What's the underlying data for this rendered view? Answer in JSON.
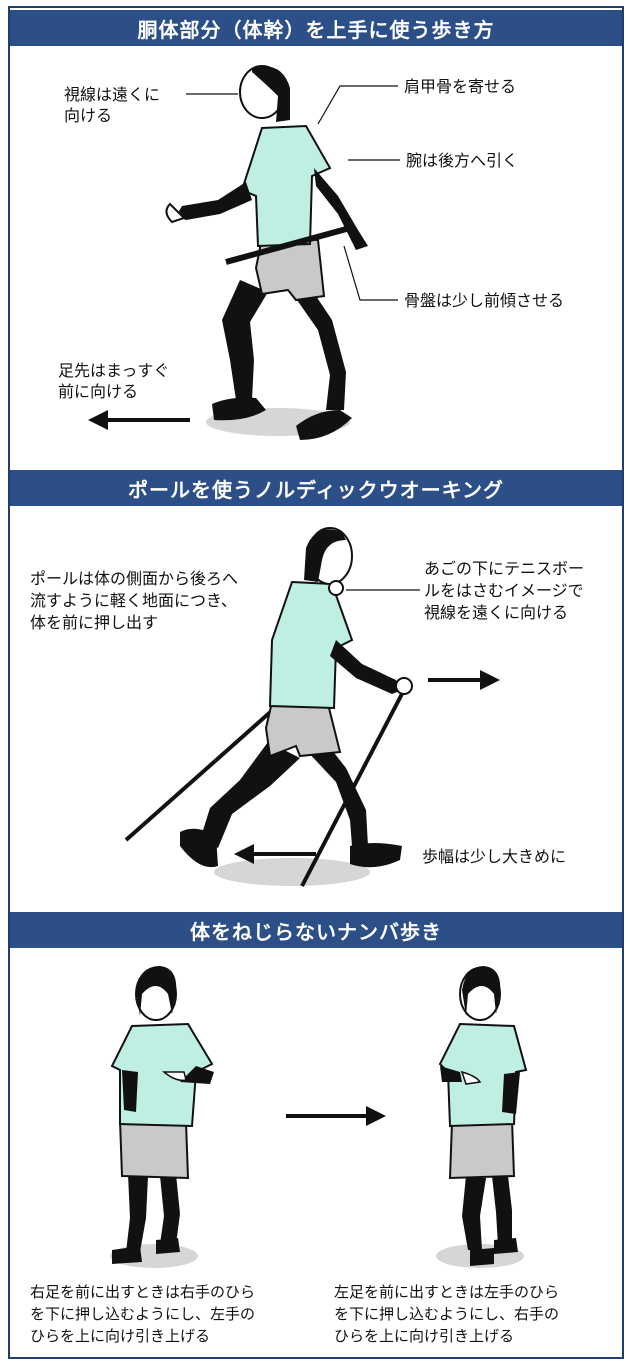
{
  "sections": [
    {
      "title": "胴体部分（体幹）を上手に使う歩き方",
      "labels": {
        "gaze": [
          "視線は遠くに",
          "向ける"
        ],
        "shoulder": "肩甲骨を寄せる",
        "arm": "腕は後方へ引く",
        "pelvis": "骨盤は少し前傾させる",
        "toe": [
          "足先はまっすぐ",
          "前に向ける"
        ]
      }
    },
    {
      "title": "ポールを使うノルディックウオーキング",
      "labels": {
        "pole": [
          "ポールは体の側面から後ろへ",
          "流すように軽く地面につき、",
          "体を前に押し出す"
        ],
        "chin": [
          "あごの下にテニスボー",
          "ルをはさむイメージで",
          "視線を遠くに向ける"
        ],
        "stride": "歩幅は少し大きめに"
      }
    },
    {
      "title": "体をねじらないナンバ歩き",
      "labels": {
        "right": [
          "右足を前に出すときは右手のひら",
          "を下に押し込むようにし、左手の",
          "ひらを上に向け引き上げる"
        ],
        "left": [
          "左足を前に出すときは左手のひら",
          "を下に押し込むようにし、右手の",
          "ひらを上に向け引き上げる"
        ]
      }
    }
  ],
  "colors": {
    "band": "#2c4f88",
    "shirt": "#bfeee2",
    "shorts": "#c9c9c9",
    "shadow": "#d6d6d6"
  }
}
